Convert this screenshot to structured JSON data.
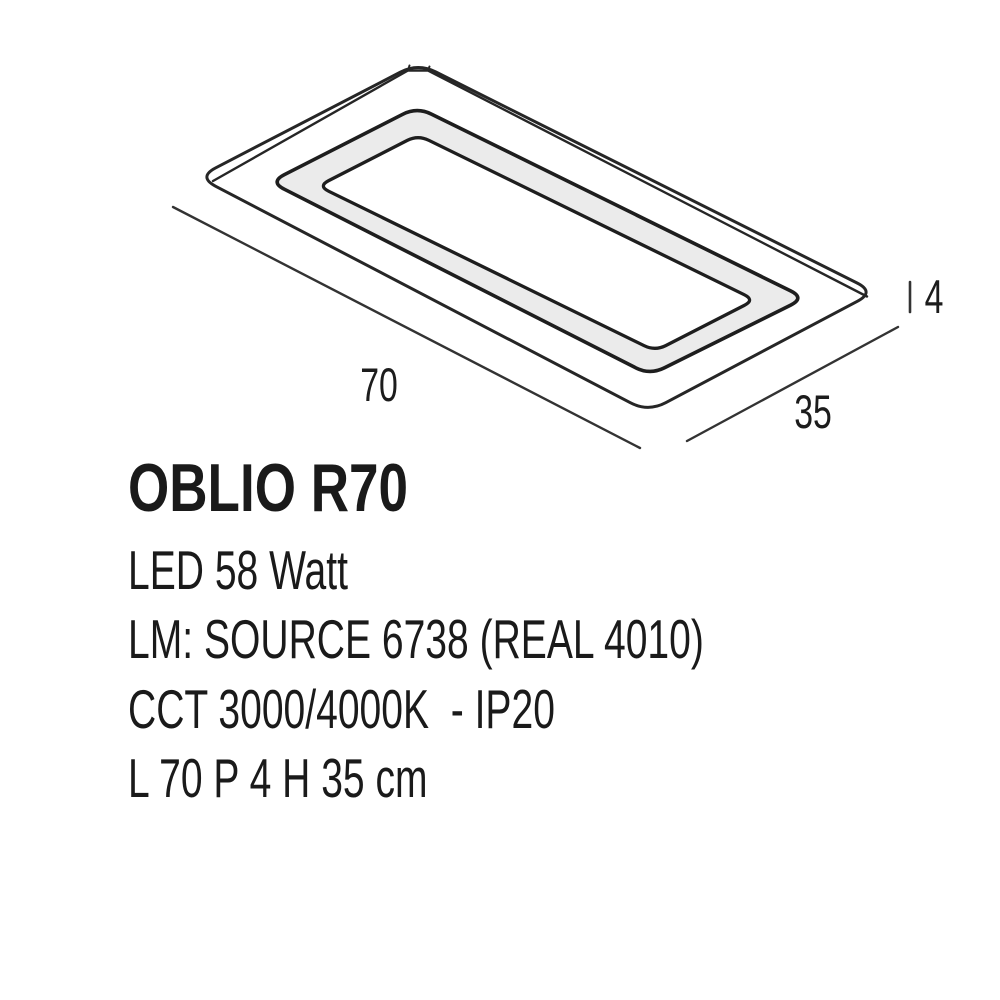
{
  "product": {
    "name": "OBLIO R70",
    "specs": [
      "LED 58 Watt",
      "LM: SOURCE 6738 (REAL 4010)",
      "CCT 3000/4000K  - IP20",
      "L 70 P 4 H 35 cm"
    ]
  },
  "diagram": {
    "length_label": "70",
    "depth_label": "35",
    "height_label": "4",
    "band_fill": "#ebebeb",
    "inner_fill": "#ffffff",
    "line_color": "#262626",
    "dim_line_color": "#333333"
  }
}
